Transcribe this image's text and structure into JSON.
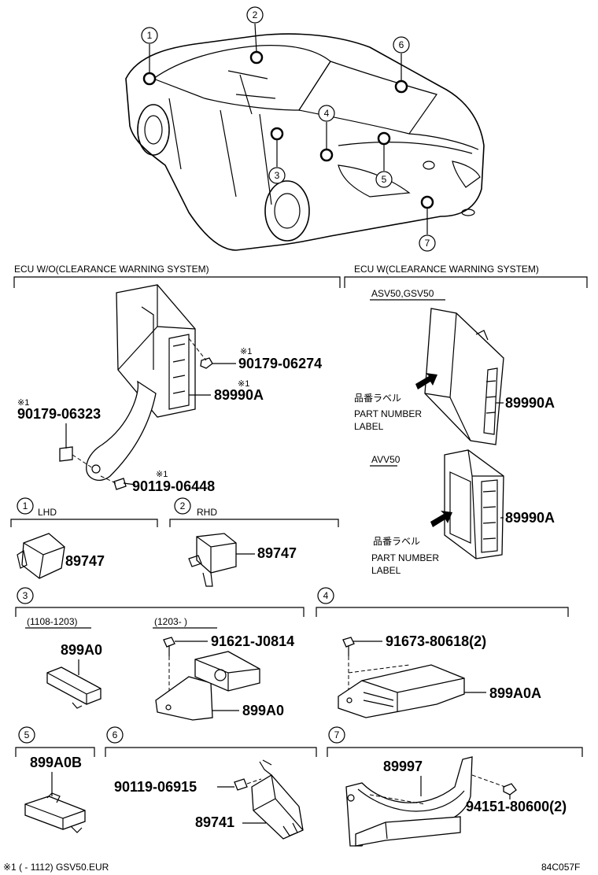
{
  "callouts": [
    "1",
    "2",
    "3",
    "4",
    "5",
    "6",
    "7"
  ],
  "section_ecu_wo": "ECU  W/O(CLEARANCE WARNING SYSTEM)",
  "section_ecu_w": "ECU  W(CLEARANCE WARNING SYSTEM)",
  "model_asv": "ASV50,GSV50",
  "model_avv": "AVV50",
  "star_mark": "※1",
  "parts": {
    "p90179_06274": "90179-06274",
    "p89990a": "89990A",
    "p90179_06323": "90179-06323",
    "p90119_06448": "90119-06448",
    "p89747": "89747",
    "p899a0": "899A0",
    "p91621_j0814": "91621-J0814",
    "p91673_80618": "91673-80618(2)",
    "p899a0a": "899A0A",
    "p899a0b": "899A0B",
    "p90119_06915": "90119-06915",
    "p89741": "89741",
    "p89997": "89997",
    "p94151_80600": "94151-80600(2)"
  },
  "label_jp": "品番ラベル",
  "label_part_number": "PART NUMBER",
  "label_label": "LABEL",
  "lhd": "LHD",
  "rhd": "RHD",
  "range_a": "(1108-1203)",
  "range_b": "(1203-       )",
  "footnote": "※1 (       - 1112) GSV50.EUR",
  "figure_code": "84C057F"
}
